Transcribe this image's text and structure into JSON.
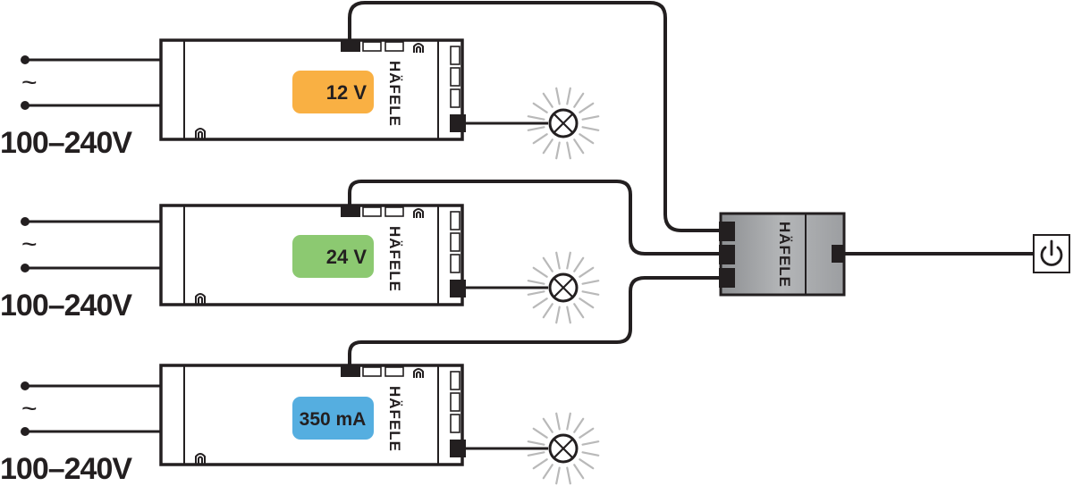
{
  "diagram": {
    "title": "LED driver wiring with Häfele distributor and switch",
    "drivers": [
      {
        "id": "driver-12v",
        "output_label": "12 V",
        "label_color": "#f9b043",
        "brand": "HÄFELE",
        "mains_input": "100–240V",
        "ac_symbol": "~"
      },
      {
        "id": "driver-24v",
        "output_label": "24 V",
        "label_color": "#8cc971",
        "brand": "HÄFELE",
        "mains_input": "100–240V",
        "ac_symbol": "~"
      },
      {
        "id": "driver-350ma",
        "output_label": "350 mA",
        "label_color": "#55aee0",
        "brand": "HÄFELE",
        "mains_input": "100–240V",
        "ac_symbol": "~"
      }
    ],
    "distributor": {
      "brand": "HÄFELE",
      "inputs": 3,
      "outputs": 1
    },
    "lamps": [
      {
        "icon": "lamp-icon"
      },
      {
        "icon": "lamp-icon"
      },
      {
        "icon": "lamp-icon"
      }
    ],
    "switch": {
      "icon": "power-icon"
    },
    "colors": {
      "line": "#231f20",
      "hub_fill": "#a7a9ac",
      "ray": "#b9b9b9"
    }
  }
}
